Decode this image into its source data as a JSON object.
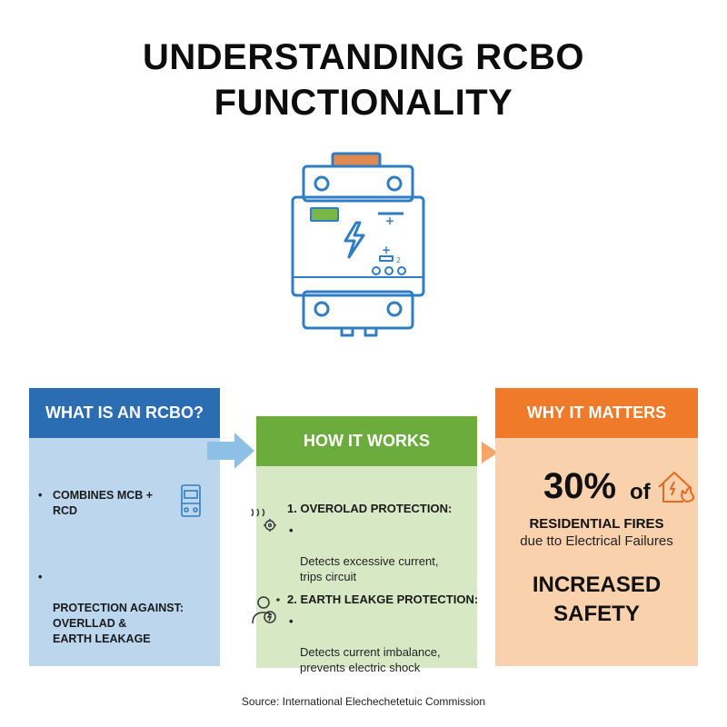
{
  "title": {
    "line1": "UNDERSTANDING RCBO",
    "line2": "FUNCTIONALITY"
  },
  "panels": {
    "what": {
      "heading": "WHAT IS AN RCBO?",
      "bullets": [
        "COMBINES MCB + RCD",
        "PROTECTION AGAINST:\nOVERLLAD &\nEARTH LEAKAGE"
      ]
    },
    "how": {
      "heading": "HOW IT WORKS",
      "steps": [
        {
          "title": "1. OVEROLAD PROTECTION:",
          "desc": "Detects excessive current,\ntrips circuit"
        },
        {
          "title": "2. EARTH LEAKGE PROTECTION:",
          "desc": "Detects current imbalance,\nprevents electric shock"
        }
      ]
    },
    "why": {
      "heading": "WHY IT MATTERS",
      "stat_value": "30%",
      "stat_of": "of",
      "stat_line1": "RESIDENTIAL FIRES",
      "stat_line2": "due tto Electrical Failures",
      "emphasis": "INCREASED\nSAFETY"
    }
  },
  "device": {
    "label_plus_top": "+",
    "label_plus_mid": "+",
    "label_small": "2"
  },
  "source": "Source: International Elechechetetuic Commission",
  "colors": {
    "blue_head": "#2a6db3",
    "blue_body": "#bcd6ee",
    "green_head": "#6bac3d",
    "green_body": "#d7e8c5",
    "orange_head": "#ef7a2a",
    "orange_body": "#f9d1ad",
    "icon_blue": "#2f7dc4"
  },
  "icons": [
    "rcbo-device-icon",
    "mini-breaker-icon",
    "heat-gear-icon",
    "person-shock-icon",
    "house-fire-icon",
    "arrow-right-icon"
  ]
}
